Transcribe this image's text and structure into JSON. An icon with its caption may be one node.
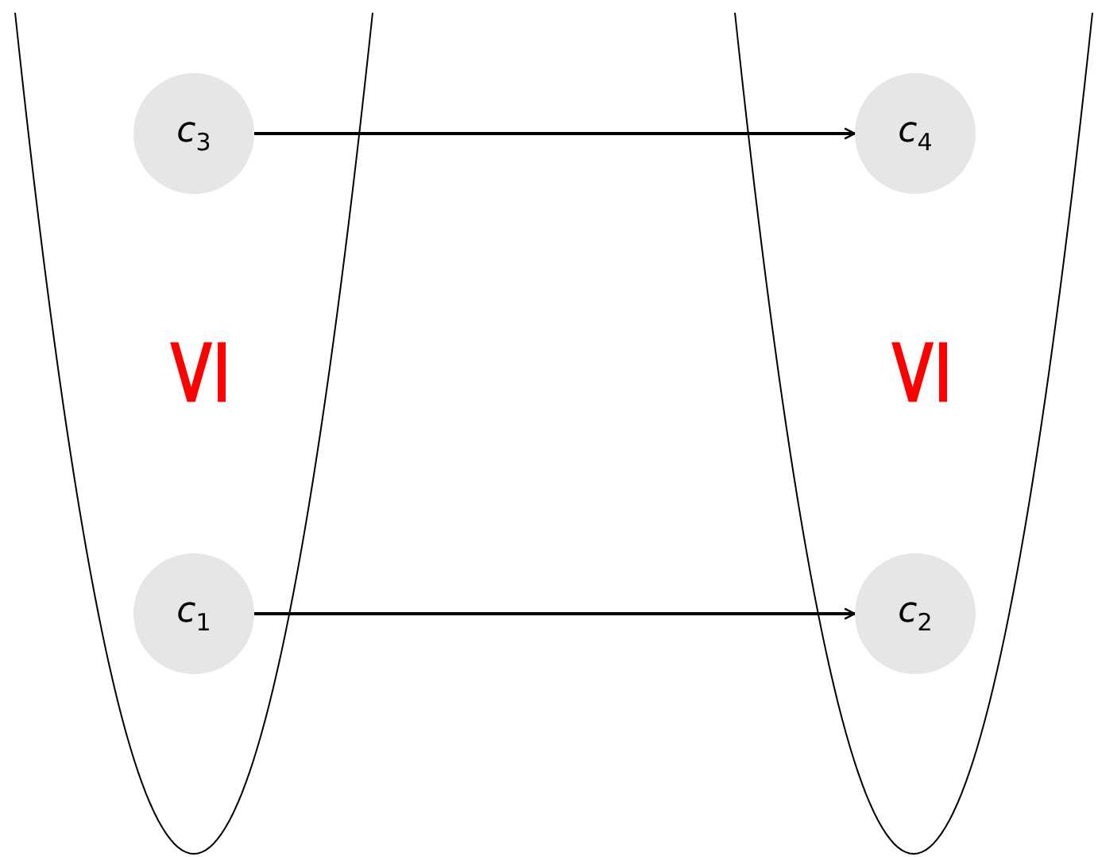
{
  "diagram": {
    "nodes": [
      {
        "text": [
          "*c*$_{3}$"
        ]
      },
      {
        "text": [
          "*c*$_{4}$"
        ]
      },
      {
        "text": [
          "*c*$_{1}$"
        ]
      },
      {
        "text": [
          "*c*$_{2}$"
        ]
      }
    ],
    "edges": [
      {
        "from": 0,
        "to": 1,
        "arrow": "to"
      },
      {
        "from": 2,
        "to": 3,
        "arrow": "to"
      }
    ],
    "labels": [
      "≤",
      "≤"
    ]
  }
}
